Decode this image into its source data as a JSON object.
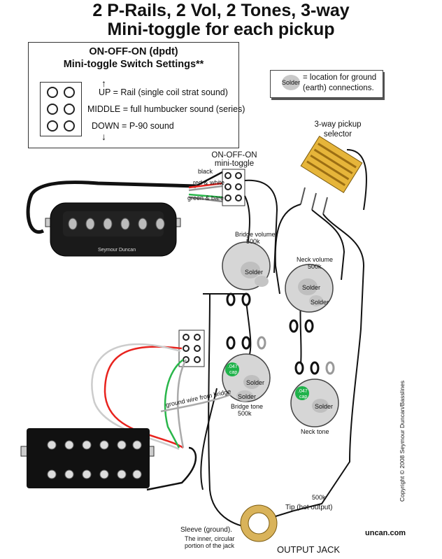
{
  "title": {
    "line1": "2 P-Rails, 2 Vol, 2 Tones, 3-way",
    "line2": "Mini-toggle for each pickup"
  },
  "switch_settings_box": {
    "heading1": "ON-OFF-ON (dpdt)",
    "heading2": "Mini-toggle Switch Settings**",
    "up": "UP = Rail (single coil strat sound)",
    "middle": "MIDDLE = full humbucker sound (series)",
    "down": "DOWN = P-90 sound"
  },
  "legend": {
    "marker": "Solder",
    "text_line1": "= location for ground",
    "text_line2": "(earth) connections."
  },
  "labels": {
    "pickup_selector": [
      "3-way pickup",
      "selector"
    ],
    "mini_toggle": [
      "ON-OFF-ON",
      "mini-toggle"
    ],
    "wire_black": "black",
    "wire_red_white": "red & white",
    "wire_green_bare": "green & bare",
    "neck_pickup_brand": "Seymour Duncan",
    "bridge_volume": [
      "Bridge volume",
      "500k"
    ],
    "neck_volume": [
      "Neck volume",
      "500k"
    ],
    "bridge_tone": [
      "Bridge tone",
      "500k"
    ],
    "neck_tone": "Neck tone",
    "cap": [
      ".047",
      "cap"
    ],
    "solder": "Solder",
    "ground_wire": "ground wire from bridge",
    "res_500k": "500k",
    "tip": "Tip (hot output)",
    "sleeve": [
      "Sleeve (ground).",
      "The inner, circular",
      "portion of the jack"
    ],
    "output_jack": "OUTPUT JACK",
    "site": "uncan.com",
    "copyright": "Copyright © 2008 Seymour Duncan/Basslines"
  },
  "colors": {
    "black": "#111111",
    "red": "#e8231e",
    "green": "#29b64a",
    "white_wire": "#bbbbbb",
    "cap_green": "#1fb24a",
    "selector_yellow": "#e6b53a",
    "pot_gray": "#d6d6d6",
    "jack_brass": "#d9b35a"
  }
}
